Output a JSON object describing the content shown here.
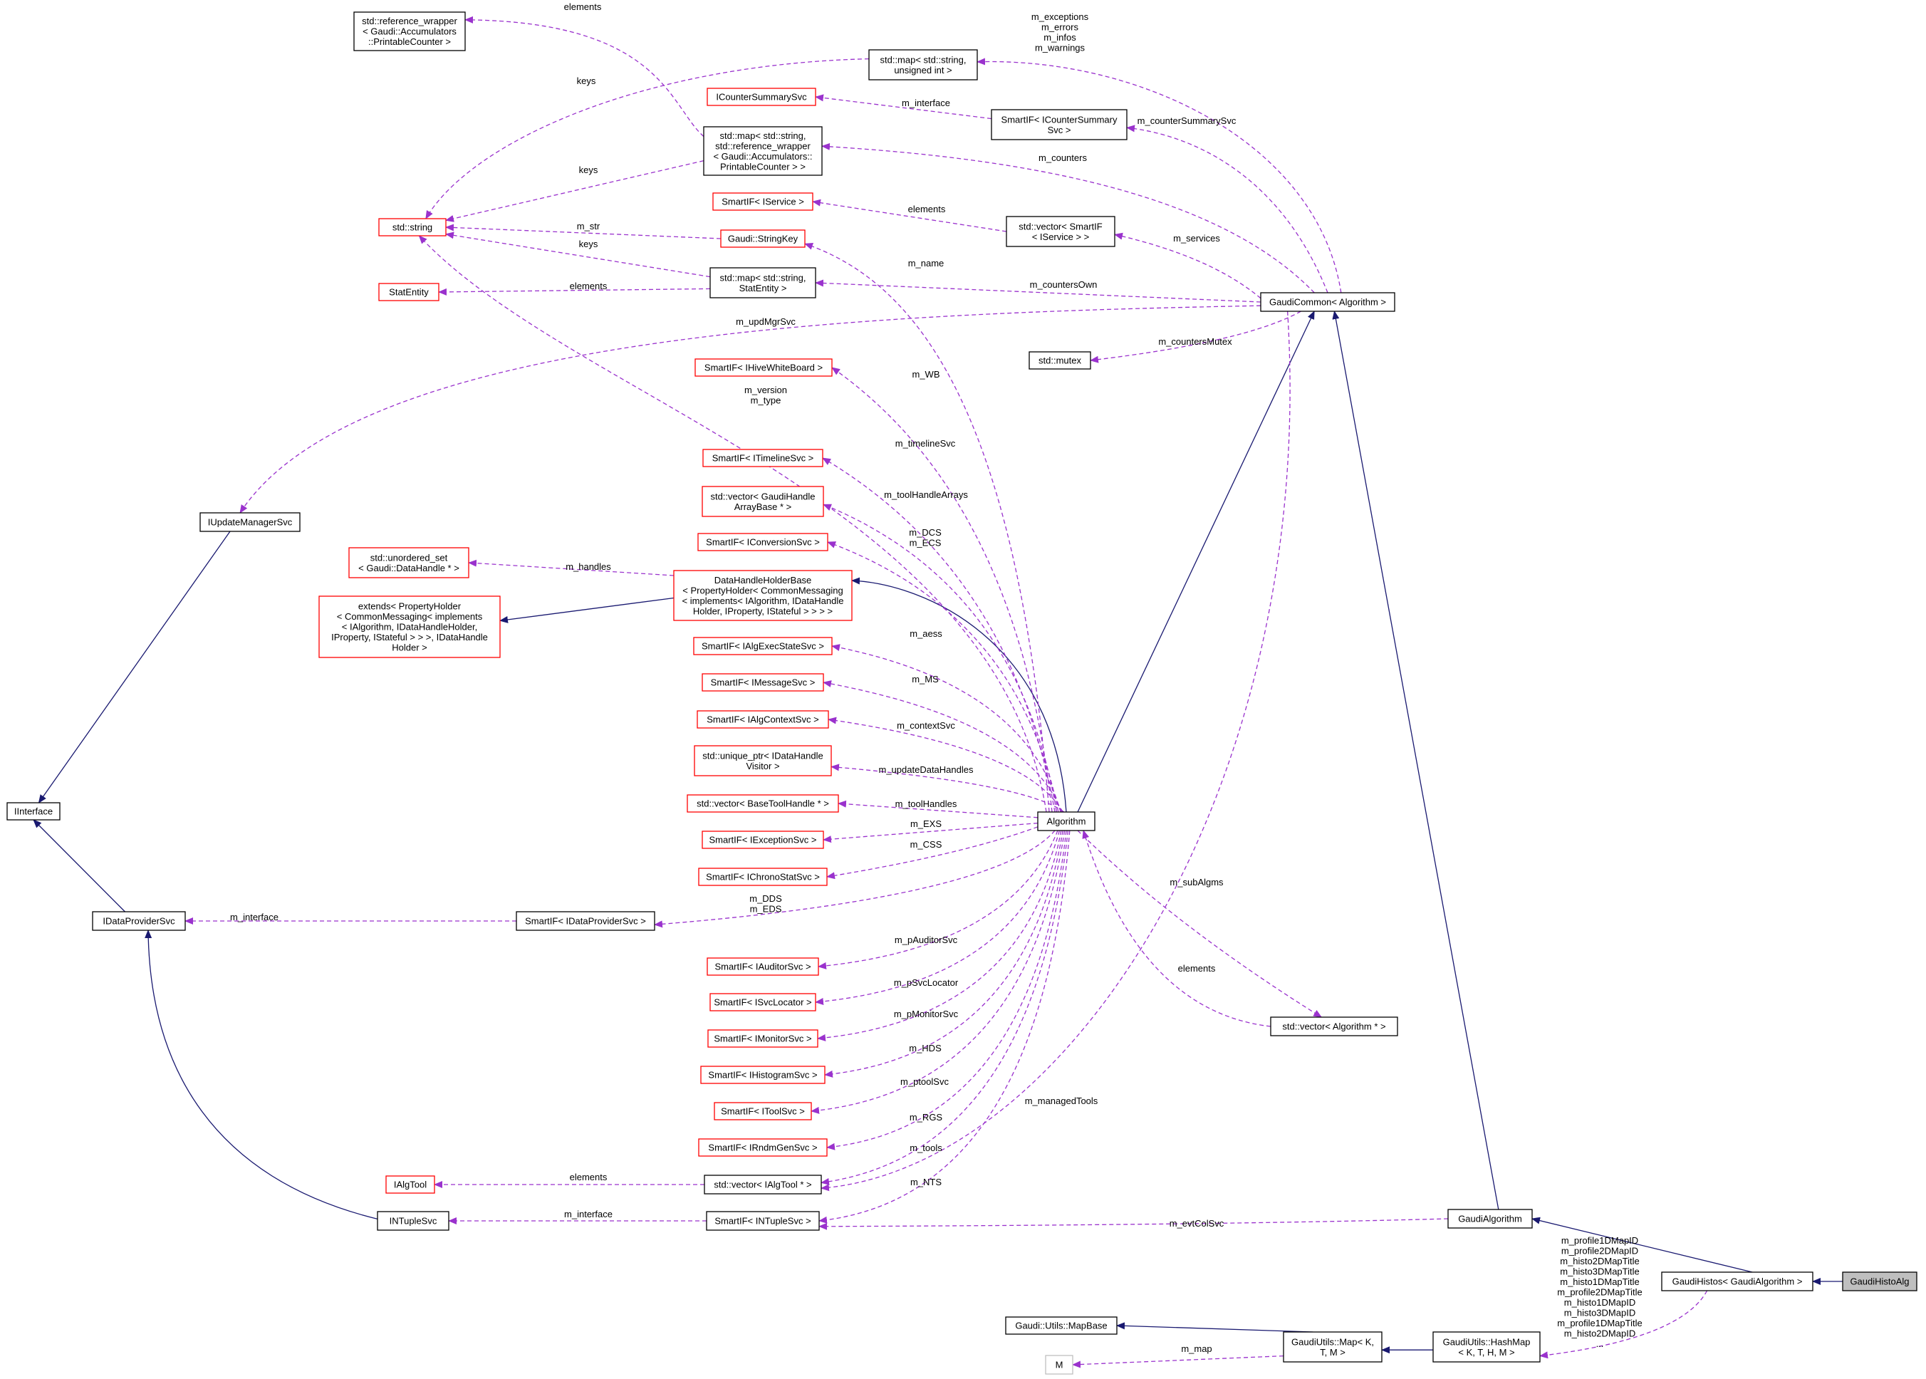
{
  "colors": {
    "inheritance": "#191970",
    "usage": "#9a32cd",
    "node_border_black": "#000000",
    "node_border_red": "#ff0000",
    "node_border_gray": "#bfbfbf",
    "node_fill_highlight": "#bfbfbf"
  },
  "nodes": [
    {
      "id": "refwrap",
      "label": [
        "std::reference_wrapper",
        "< Gaudi::Accumulators",
        "::PrintableCounter >"
      ],
      "border": "black"
    },
    {
      "id": "map_str_uint",
      "label": [
        "std::map< std::string,",
        "unsigned int >"
      ],
      "border": "black"
    },
    {
      "id": "ICounterSummarySvc",
      "label": [
        "ICounterSummarySvc"
      ],
      "border": "red"
    },
    {
      "id": "SmartIF_ICounterSummarySvc",
      "label": [
        "SmartIF< ICounterSummary",
        "Svc >"
      ],
      "border": "black"
    },
    {
      "id": "map_refwrap",
      "label": [
        "std::map< std::string,",
        "std::reference_wrapper",
        "< Gaudi::Accumulators::",
        "PrintableCounter > >"
      ],
      "border": "black"
    },
    {
      "id": "string",
      "label": [
        "std::string"
      ],
      "border": "red"
    },
    {
      "id": "SmartIF_IService",
      "label": [
        "SmartIF< IService >"
      ],
      "border": "red"
    },
    {
      "id": "vector_SmartIF_IService",
      "label": [
        "std::vector< SmartIF",
        "< IService > >"
      ],
      "border": "black"
    },
    {
      "id": "StringKey",
      "label": [
        "Gaudi::StringKey"
      ],
      "border": "red"
    },
    {
      "id": "StatEntity",
      "label": [
        "StatEntity"
      ],
      "border": "red"
    },
    {
      "id": "map_StatEntity",
      "label": [
        "std::map< std::string,",
        "StatEntity >"
      ],
      "border": "black"
    },
    {
      "id": "GaudiCommon",
      "label": [
        "GaudiCommon< Algorithm >"
      ],
      "border": "black"
    },
    {
      "id": "mutex",
      "label": [
        "std::mutex"
      ],
      "border": "black"
    },
    {
      "id": "SmartIF_IHiveWhiteBoard",
      "label": [
        "SmartIF< IHiveWhiteBoard >"
      ],
      "border": "red"
    },
    {
      "id": "IUpdateManagerSvc",
      "label": [
        "IUpdateManagerSvc"
      ],
      "border": "black"
    },
    {
      "id": "SmartIF_ITimelineSvc",
      "label": [
        "SmartIF< ITimelineSvc >"
      ],
      "border": "red"
    },
    {
      "id": "vector_GaudiHandleArrayBase",
      "label": [
        "std::vector< GaudiHandle",
        "ArrayBase * >"
      ],
      "border": "red"
    },
    {
      "id": "SmartIF_IConversionSvc",
      "label": [
        "SmartIF< IConversionSvc >"
      ],
      "border": "red"
    },
    {
      "id": "unordered_set_DataHandle",
      "label": [
        "std::unordered_set",
        "< Gaudi::DataHandle * >"
      ],
      "border": "red"
    },
    {
      "id": "DataHandleHolderBase",
      "label": [
        "DataHandleHolderBase",
        "< PropertyHolder< CommonMessaging",
        "< implements< IAlgorithm, IDataHandle",
        "Holder, IProperty, IStateful > > > >"
      ],
      "border": "red"
    },
    {
      "id": "extends_PropertyHolder",
      "label": [
        "extends< PropertyHolder",
        "< CommonMessaging< implements",
        "< IAlgorithm, IDataHandleHolder,",
        "IProperty, IStateful > > >, IDataHandle",
        "Holder >"
      ],
      "border": "red"
    },
    {
      "id": "SmartIF_IAlgExecStateSvc",
      "label": [
        "SmartIF< IAlgExecStateSvc >"
      ],
      "border": "red"
    },
    {
      "id": "SmartIF_IMessageSvc",
      "label": [
        "SmartIF< IMessageSvc >"
      ],
      "border": "red"
    },
    {
      "id": "SmartIF_IAlgContextSvc",
      "label": [
        "SmartIF< IAlgContextSvc >"
      ],
      "border": "red"
    },
    {
      "id": "unique_ptr_IDataHandleVisitor",
      "label": [
        "std::unique_ptr< IDataHandle",
        "Visitor >"
      ],
      "border": "red"
    },
    {
      "id": "IInterface",
      "label": [
        "IInterface"
      ],
      "border": "black"
    },
    {
      "id": "vector_BaseToolHandle",
      "label": [
        "std::vector< BaseToolHandle * >"
      ],
      "border": "red"
    },
    {
      "id": "Algorithm",
      "label": [
        "Algorithm"
      ],
      "border": "black"
    },
    {
      "id": "SmartIF_IExceptionSvc",
      "label": [
        "SmartIF< IExceptionSvc >"
      ],
      "border": "red"
    },
    {
      "id": "SmartIF_IChronoStatSvc",
      "label": [
        "SmartIF< IChronoStatSvc >"
      ],
      "border": "red"
    },
    {
      "id": "IDataProviderSvc",
      "label": [
        "IDataProviderSvc"
      ],
      "border": "black"
    },
    {
      "id": "SmartIF_IDataProviderSvc",
      "label": [
        "SmartIF< IDataProviderSvc >"
      ],
      "border": "black"
    },
    {
      "id": "SmartIF_IAuditorSvc",
      "label": [
        "SmartIF< IAuditorSvc >"
      ],
      "border": "red"
    },
    {
      "id": "SmartIF_ISvcLocator",
      "label": [
        "SmartIF< ISvcLocator >"
      ],
      "border": "red"
    },
    {
      "id": "vector_Algorithm",
      "label": [
        "std::vector< Algorithm * >"
      ],
      "border": "black"
    },
    {
      "id": "SmartIF_IMonitorSvc",
      "label": [
        "SmartIF< IMonitorSvc >"
      ],
      "border": "red"
    },
    {
      "id": "SmartIF_IHistogramSvc",
      "label": [
        "SmartIF< IHistogramSvc >"
      ],
      "border": "red"
    },
    {
      "id": "SmartIF_IToolSvc",
      "label": [
        "SmartIF< IToolSvc >"
      ],
      "border": "red"
    },
    {
      "id": "SmartIF_IRndmGenSvc",
      "label": [
        "SmartIF< IRndmGenSvc >"
      ],
      "border": "red"
    },
    {
      "id": "IAlgTool",
      "label": [
        "IAlgTool"
      ],
      "border": "red"
    },
    {
      "id": "vector_IAlgTool",
      "label": [
        "std::vector< IAlgTool * >"
      ],
      "border": "black"
    },
    {
      "id": "INTupleSvc",
      "label": [
        "INTupleSvc"
      ],
      "border": "black"
    },
    {
      "id": "SmartIF_INTupleSvc",
      "label": [
        "SmartIF< INTupleSvc >"
      ],
      "border": "black"
    },
    {
      "id": "GaudiAlgorithm",
      "label": [
        "GaudiAlgorithm"
      ],
      "border": "black"
    },
    {
      "id": "GaudiHistos",
      "label": [
        "GaudiHistos< GaudiAlgorithm >"
      ],
      "border": "black"
    },
    {
      "id": "GaudiHistoAlg",
      "label": [
        "GaudiHistoAlg"
      ],
      "border": "black",
      "highlight": true
    },
    {
      "id": "MapBase",
      "label": [
        "Gaudi::Utils::MapBase"
      ],
      "border": "black"
    },
    {
      "id": "Map_KTM",
      "label": [
        "GaudiUtils::Map< K,",
        "T, M >"
      ],
      "border": "black"
    },
    {
      "id": "HashMap",
      "label": [
        "GaudiUtils::HashMap",
        "< K, T, H, M >"
      ],
      "border": "black"
    },
    {
      "id": "M",
      "label": [
        "M"
      ],
      "border": "gray"
    }
  ],
  "edge_labels": [
    {
      "id": "el_elements_refwrap",
      "text": [
        "elements"
      ]
    },
    {
      "id": "el_keys_1",
      "text": [
        "keys"
      ]
    },
    {
      "id": "el_exceptions",
      "text": [
        "m_exceptions",
        "m_errors",
        "m_infos",
        "m_warnings"
      ]
    },
    {
      "id": "el_interface_ccs",
      "text": [
        "m_interface"
      ]
    },
    {
      "id": "el_counterSummarySvc",
      "text": [
        "m_counterSummarySvc"
      ]
    },
    {
      "id": "el_keys_2",
      "text": [
        "keys"
      ]
    },
    {
      "id": "el_counters",
      "text": [
        "m_counters"
      ]
    },
    {
      "id": "el_elements_svc",
      "text": [
        "elements"
      ]
    },
    {
      "id": "el_m_str",
      "text": [
        "m_str"
      ]
    },
    {
      "id": "el_keys_3",
      "text": [
        "keys"
      ]
    },
    {
      "id": "el_services",
      "text": [
        "m_services"
      ]
    },
    {
      "id": "el_m_name",
      "text": [
        "m_name"
      ]
    },
    {
      "id": "el_elements_stat",
      "text": [
        "elements"
      ]
    },
    {
      "id": "el_countersOwn",
      "text": [
        "m_countersOwn"
      ]
    },
    {
      "id": "el_updMgrSvc",
      "text": [
        "m_updMgrSvc"
      ]
    },
    {
      "id": "el_countersMutex",
      "text": [
        "m_countersMutex"
      ]
    },
    {
      "id": "el_WB",
      "text": [
        "m_WB"
      ]
    },
    {
      "id": "el_version",
      "text": [
        "m_version",
        "m_type"
      ]
    },
    {
      "id": "el_timelineSvc",
      "text": [
        "m_timelineSvc"
      ]
    },
    {
      "id": "el_toolHandleArrays",
      "text": [
        "m_toolHandleArrays"
      ]
    },
    {
      "id": "el_DCS",
      "text": [
        "m_DCS",
        "m_ECS"
      ]
    },
    {
      "id": "el_handles",
      "text": [
        "m_handles"
      ]
    },
    {
      "id": "el_aess",
      "text": [
        "m_aess"
      ]
    },
    {
      "id": "el_MS",
      "text": [
        "m_MS"
      ]
    },
    {
      "id": "el_contextSvc",
      "text": [
        "m_contextSvc"
      ]
    },
    {
      "id": "el_updateDataHandles",
      "text": [
        "m_updateDataHandles"
      ]
    },
    {
      "id": "el_toolHandles",
      "text": [
        "m_toolHandles"
      ]
    },
    {
      "id": "el_EXS",
      "text": [
        "m_EXS"
      ]
    },
    {
      "id": "el_CSS",
      "text": [
        "m_CSS"
      ]
    },
    {
      "id": "el_subAlgms",
      "text": [
        "m_subAlgms"
      ]
    },
    {
      "id": "el_interface_dp",
      "text": [
        "m_interface"
      ]
    },
    {
      "id": "el_DDS",
      "text": [
        "m_DDS",
        "m_EDS"
      ]
    },
    {
      "id": "el_pAuditorSvc",
      "text": [
        "m_pAuditorSvc"
      ]
    },
    {
      "id": "el_elements_alg",
      "text": [
        "elements"
      ]
    },
    {
      "id": "el_pSvcLocator",
      "text": [
        "m_pSvcLocator"
      ]
    },
    {
      "id": "el_pMonitorSvc",
      "text": [
        "m_pMonitorSvc"
      ]
    },
    {
      "id": "el_HDS",
      "text": [
        "m_HDS"
      ]
    },
    {
      "id": "el_ptoolSvc",
      "text": [
        "m_ptoolSvc"
      ]
    },
    {
      "id": "el_managedTools",
      "text": [
        "m_managedTools"
      ]
    },
    {
      "id": "el_RGS",
      "text": [
        "m_RGS"
      ]
    },
    {
      "id": "el_tools",
      "text": [
        "m_tools"
      ]
    },
    {
      "id": "el_elements_tool",
      "text": [
        "elements"
      ]
    },
    {
      "id": "el_NTS",
      "text": [
        "m_NTS"
      ]
    },
    {
      "id": "el_interface_nt",
      "text": [
        "m_interface"
      ]
    },
    {
      "id": "el_evtColSvc",
      "text": [
        "m_evtColSvc"
      ]
    },
    {
      "id": "el_histos",
      "text": [
        "m_profile1DMapID",
        "m_profile2DMapID",
        "m_histo2DMapTitle",
        "m_histo3DMapTitle",
        "m_histo1DMapTitle",
        "m_profile2DMapTitle",
        "m_histo1DMapID",
        "m_histo3DMapID",
        "m_profile1DMapTitle",
        "m_histo2DMapID",
        "..."
      ]
    },
    {
      "id": "el_m_map",
      "text": [
        "m_map"
      ]
    }
  ]
}
